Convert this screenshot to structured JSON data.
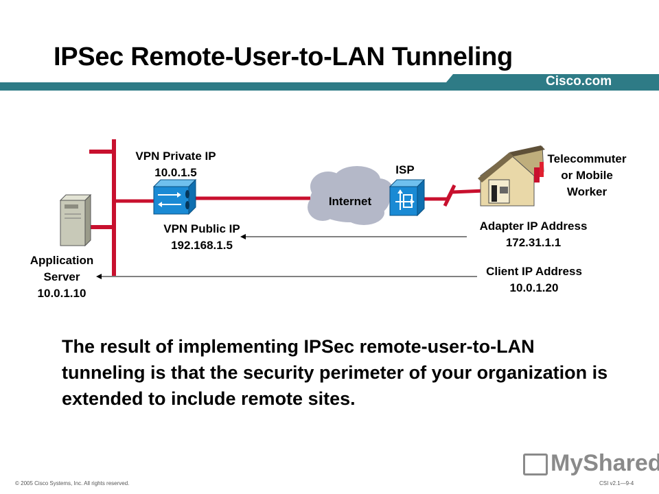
{
  "slide": {
    "title": "IPSec Remote-User-to-LAN Tunneling",
    "brand": "Cisco.com",
    "body_text": "The result of implementing IPSec remote-user-to-LAN tunneling is that the security perimeter of your organization is extended to include remote sites.",
    "copyright": "© 2005 Cisco Systems, Inc. All rights reserved.",
    "slide_code": "CSI v2.1—9-4",
    "logo_text": "MySharedo"
  },
  "diagram": {
    "vpn_private_ip": [
      "VPN Private IP",
      "10.0.1.5"
    ],
    "vpn_public_ip": [
      "VPN Public IP",
      "192.168.1.5"
    ],
    "application_server": [
      "Application",
      "Server",
      "10.0.1.10"
    ],
    "isp": "ISP",
    "internet": "Internet",
    "telecommuter": [
      "Telecommuter",
      "or Mobile",
      "Worker"
    ],
    "adapter_ip": [
      "Adapter IP Address",
      "172.31.1.1"
    ],
    "client_ip": [
      "Client IP Address",
      "10.0.1.20"
    ]
  },
  "colors": {
    "teal_bar": "#2e7b86",
    "lan_red": "#c8102e",
    "device_blue": "#1a8ad4",
    "cloud": "#b4b8c8",
    "server_gray": "#c8c9b8"
  }
}
